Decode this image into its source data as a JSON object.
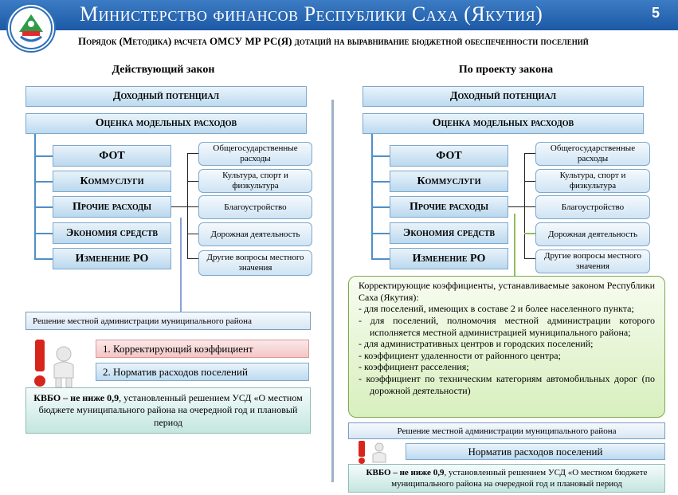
{
  "header": {
    "title": "Министерство финансов Республики Саха (Якутия)",
    "page_number": "5",
    "subtitle": "Порядок (Методика) расчета ОМСУ МР РС(Я) дотаций на выравнивание бюджетной обеспеченности поселений"
  },
  "left": {
    "column_title": "Действующий закон",
    "income": "Доходный потенциал",
    "expenses": "Оценка модельных расходов",
    "items": [
      "ФОТ",
      "Коммуслуги",
      "Прочие расходы",
      "Экономия средств",
      "Изменение РО"
    ],
    "other_expenses": [
      "Общегосударственные расходы",
      "Культура, спорт и физкультура",
      "Благоустройство",
      "Дорожная деятельность",
      "Другие вопросы местного значения"
    ],
    "decision": "Решение местной администрации муниципального района",
    "numbered": [
      "1. Корректирующий коэффициент",
      "2. Норматив расходов поселений"
    ],
    "kvbo_bold": "КВБО – не ниже 0,9",
    "kvbo_rest": ", установленный решением УСД «О местном бюджете муниципального района на очередной год и плановый период"
  },
  "right": {
    "column_title": "По проекту закона",
    "income": "Доходный потенциал",
    "expenses": "Оценка модельных расходов",
    "items": [
      "ФОТ",
      "Коммуслуги",
      "Прочие расходы",
      "Экономия средств",
      "Изменение РО"
    ],
    "other_expenses": [
      "Общегосударственные расходы",
      "Культура, спорт и физкультура",
      "Благоустройство",
      "Дорожная деятельность",
      "Другие вопросы местного значения"
    ],
    "coefficients": {
      "intro": "Корректирующие коэффициенты, устанавливаемые законом Республики Саха (Якутия):",
      "list": [
        "- для поселений, имеющих в составе 2 и более населенного пункта;",
        "- для поселений, полномочия местной администрации которого исполняется местной администрацией муниципального района;",
        "- для административных центров и городских поселений;",
        "- коэффициент удаленности от районного центра;",
        "- коэффициент расселения;",
        "- коэффициент по техническим категориям автомобильных дорог (по дорожной деятельности)"
      ]
    },
    "decision": "Решение местной администрации муниципального района",
    "norm": "Норматив расходов поселений",
    "kvbo_bold": "КВБО – не ниже 0,9",
    "kvbo_rest": ", установленный решением УСД «О местном бюджете муниципального района на очередной год и плановый период"
  },
  "colors": {
    "header_blue": "#1d59a6",
    "box_blue": "#bad8ee",
    "numbered_pink": "#f4c6c6",
    "coef_green": "#d8efbe",
    "kvbo_teal": "#c4e6e0",
    "alert_red": "#d8251c"
  },
  "icons": [
    "logo-emblem",
    "person-exclamation-icon"
  ]
}
